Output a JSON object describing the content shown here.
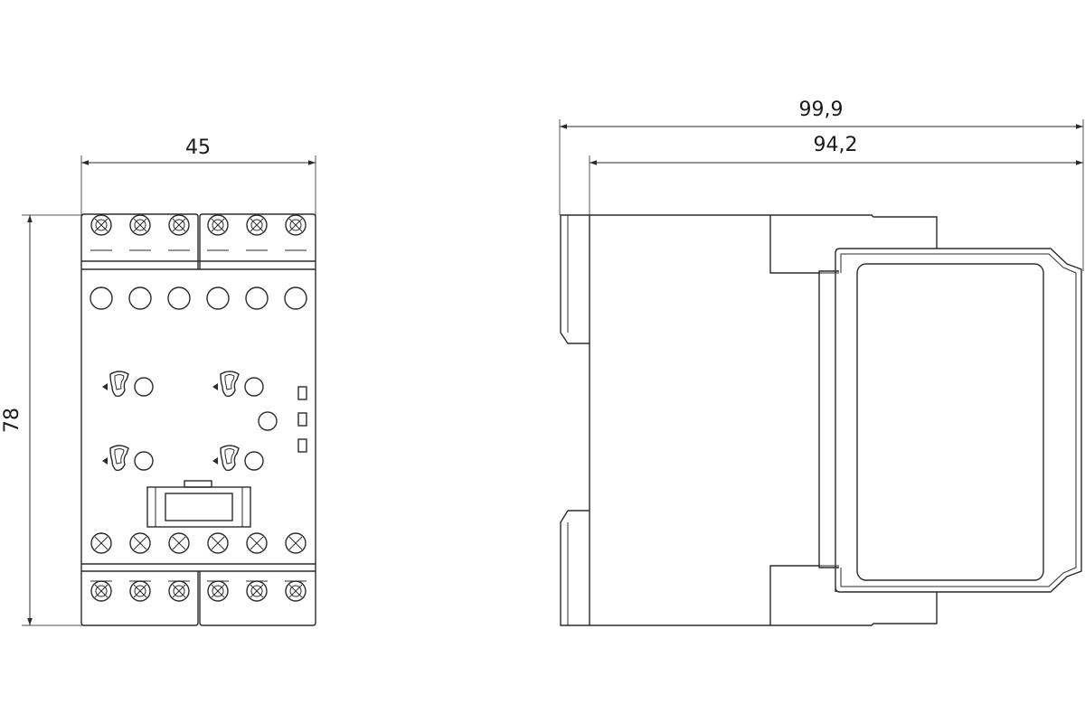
{
  "dimensions": {
    "front_width": "45",
    "front_height": "78",
    "side_total_depth": "99,9",
    "side_body_depth": "94,2"
  },
  "colors": {
    "line": "#2b2b2b",
    "background": "#ffffff"
  },
  "views": [
    "front-view",
    "side-view"
  ]
}
